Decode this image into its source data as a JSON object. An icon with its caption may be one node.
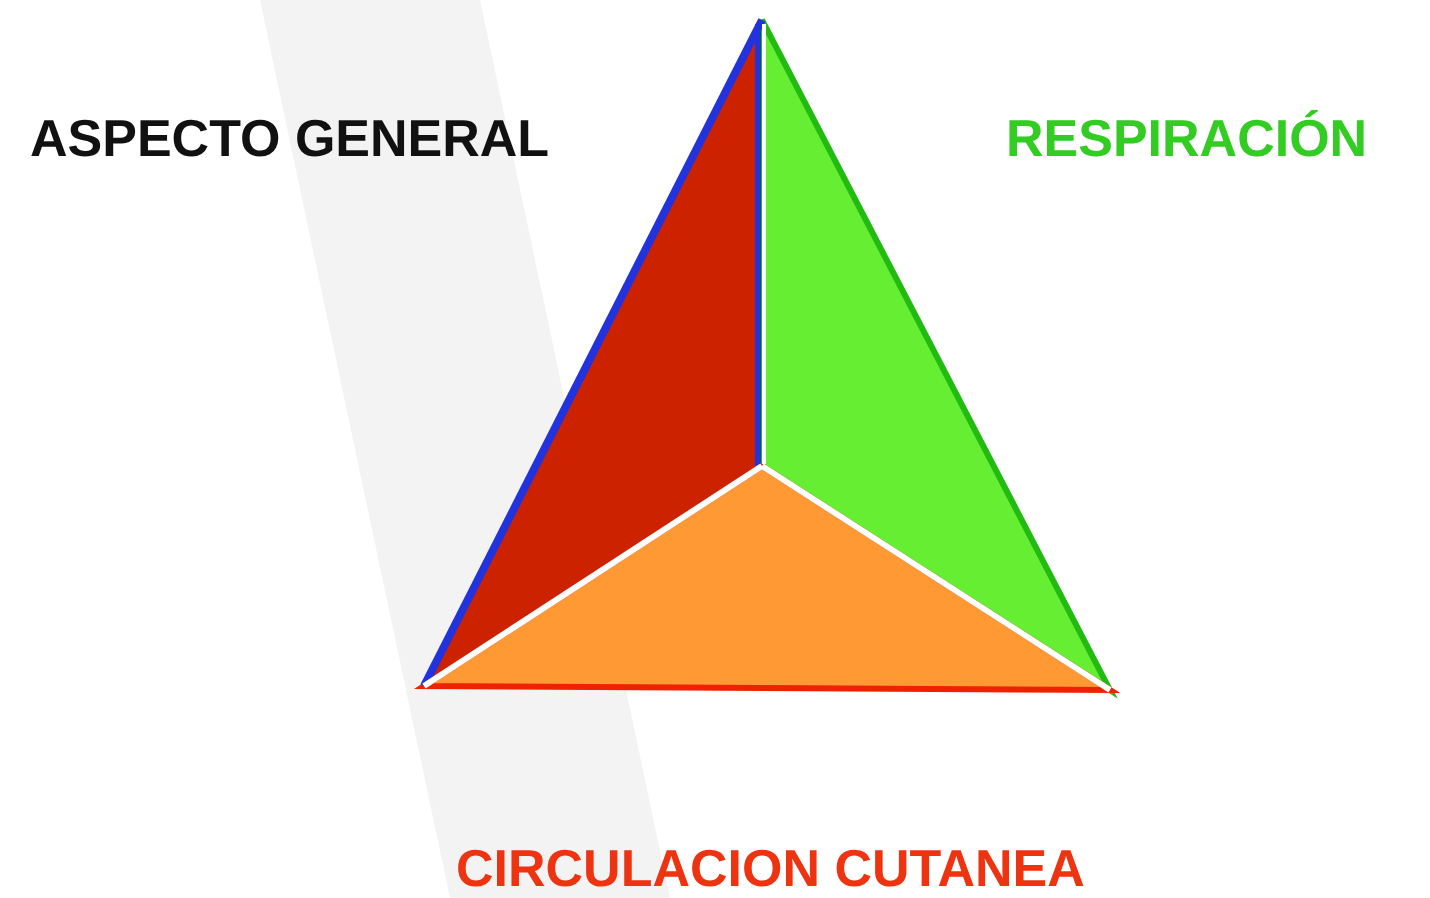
{
  "diagram": {
    "labels": [
      "ASPECTO GENERAL",
      "RESPIRACIÓN",
      "CIRCULACION CUTANEA"
    ]
  }
}
